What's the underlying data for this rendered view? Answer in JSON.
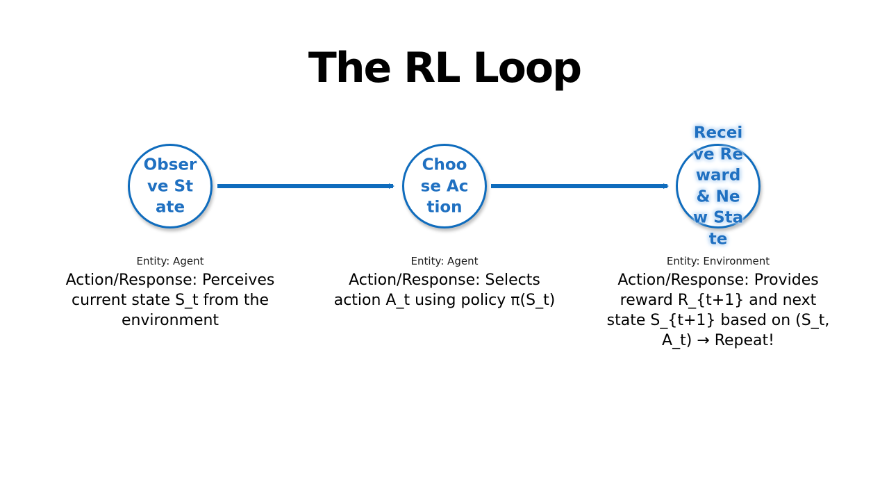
{
  "title": "The RL Loop",
  "colors": {
    "accent": "#0f6cbd",
    "node_text": "#1f70c1",
    "background": "#ffffff"
  },
  "nodes": [
    {
      "label": "Observe State",
      "entity": "Entity: Agent",
      "description": "Action/Response: Perceives current state S_t from the environment"
    },
    {
      "label": "Choose Action",
      "entity": "Entity: Agent",
      "description": "Action/Response: Selects action A_t using policy π(S_t)"
    },
    {
      "label": "Receive Reward & New State",
      "entity": "Entity: Environment",
      "description": "Action/Response: Provides reward R_{t+1} and next state S_{t+1} based on (S_t, A_t) → Repeat!"
    }
  ]
}
